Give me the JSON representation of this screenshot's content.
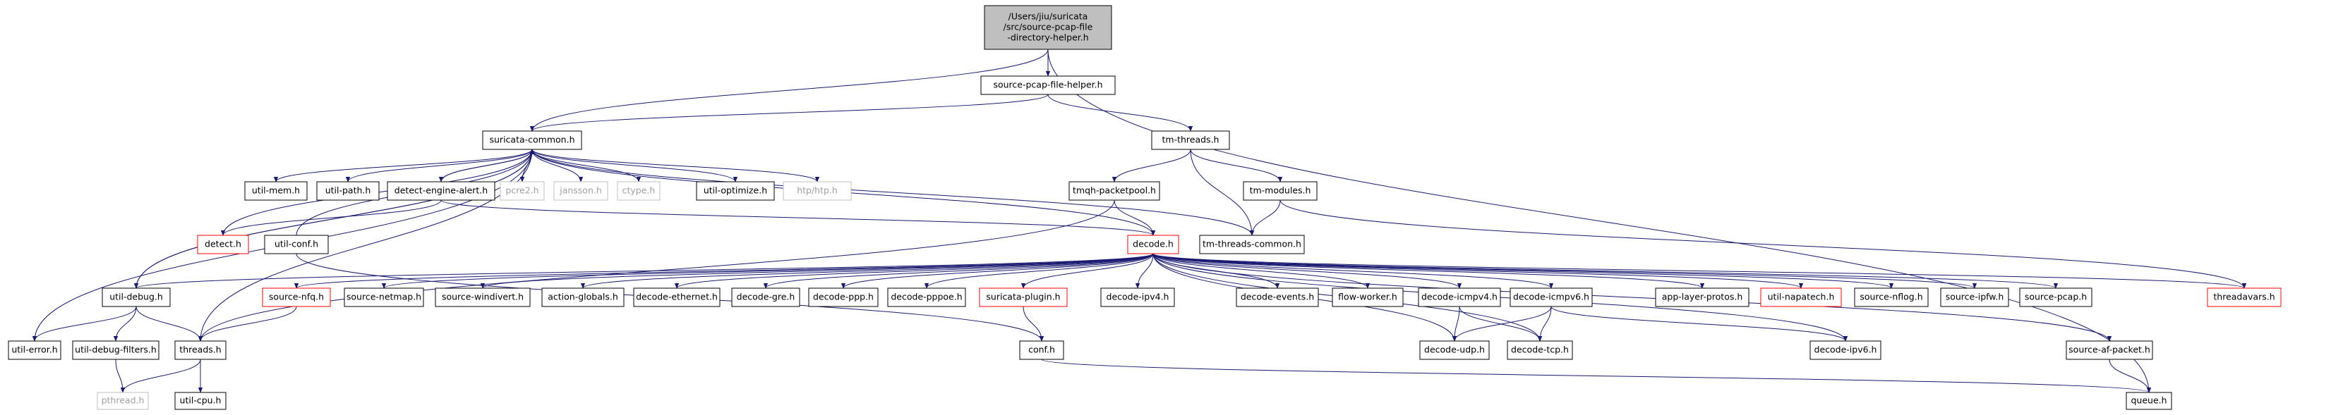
{
  "graph": {
    "root": "/Users/jiu/suricata/src/source-pcap-file-directory-helper.h",
    "nodes": [
      {
        "id": "root",
        "lines": [
          "/Users/jiu/suricata",
          "/src/source-pcap-file",
          "-directory-helper.h"
        ],
        "style": "root"
      },
      {
        "id": "spfh",
        "lines": [
          "source-pcap-file-helper.h"
        ],
        "style": "normal"
      },
      {
        "id": "sc",
        "lines": [
          "suricata-common.h"
        ],
        "style": "normal"
      },
      {
        "id": "tmt",
        "lines": [
          "tm-threads.h"
        ],
        "style": "normal"
      },
      {
        "id": "umem",
        "lines": [
          "util-mem.h"
        ],
        "style": "normal"
      },
      {
        "id": "upath",
        "lines": [
          "util-path.h"
        ],
        "style": "normal"
      },
      {
        "id": "dea",
        "lines": [
          "detect-engine-alert.h"
        ],
        "style": "normal"
      },
      {
        "id": "pcre",
        "lines": [
          "pcre2.h"
        ],
        "style": "system"
      },
      {
        "id": "jansson",
        "lines": [
          "jansson.h"
        ],
        "style": "system"
      },
      {
        "id": "ctype",
        "lines": [
          "ctype.h"
        ],
        "style": "system"
      },
      {
        "id": "uopt",
        "lines": [
          "util-optimize.h"
        ],
        "style": "normal"
      },
      {
        "id": "http",
        "lines": [
          "htp/htp.h"
        ],
        "style": "system"
      },
      {
        "id": "tmqh",
        "lines": [
          "tmqh-packetpool.h"
        ],
        "style": "normal"
      },
      {
        "id": "tmm",
        "lines": [
          "tm-modules.h"
        ],
        "style": "normal"
      },
      {
        "id": "detect",
        "lines": [
          "detect.h"
        ],
        "style": "truncated"
      },
      {
        "id": "uconf",
        "lines": [
          "util-conf.h"
        ],
        "style": "normal"
      },
      {
        "id": "decode",
        "lines": [
          "decode.h"
        ],
        "style": "truncated"
      },
      {
        "id": "ttc",
        "lines": [
          "tm-threads-common.h"
        ],
        "style": "normal"
      },
      {
        "id": "udbg",
        "lines": [
          "util-debug.h"
        ],
        "style": "normal"
      },
      {
        "id": "snfq",
        "lines": [
          "source-nfq.h"
        ],
        "style": "truncated"
      },
      {
        "id": "snetmap",
        "lines": [
          "source-netmap.h"
        ],
        "style": "normal"
      },
      {
        "id": "swin",
        "lines": [
          "source-windivert.h"
        ],
        "style": "normal"
      },
      {
        "id": "ag",
        "lines": [
          "action-globals.h"
        ],
        "style": "normal"
      },
      {
        "id": "deth",
        "lines": [
          "decode-ethernet.h"
        ],
        "style": "normal"
      },
      {
        "id": "dgre",
        "lines": [
          "decode-gre.h"
        ],
        "style": "normal"
      },
      {
        "id": "dppp",
        "lines": [
          "decode-ppp.h"
        ],
        "style": "normal"
      },
      {
        "id": "dpppoe",
        "lines": [
          "decode-pppoe.h"
        ],
        "style": "normal"
      },
      {
        "id": "splug",
        "lines": [
          "suricata-plugin.h"
        ],
        "style": "truncated"
      },
      {
        "id": "dipv4",
        "lines": [
          "decode-ipv4.h"
        ],
        "style": "normal"
      },
      {
        "id": "devents",
        "lines": [
          "decode-events.h"
        ],
        "style": "normal"
      },
      {
        "id": "fw",
        "lines": [
          "flow-worker.h"
        ],
        "style": "normal"
      },
      {
        "id": "dicmp4",
        "lines": [
          "decode-icmpv4.h"
        ],
        "style": "normal"
      },
      {
        "id": "dicmp6",
        "lines": [
          "decode-icmpv6.h"
        ],
        "style": "normal"
      },
      {
        "id": "alp",
        "lines": [
          "app-layer-protos.h"
        ],
        "style": "normal"
      },
      {
        "id": "unapa",
        "lines": [
          "util-napatech.h"
        ],
        "style": "truncated"
      },
      {
        "id": "snflog",
        "lines": [
          "source-nflog.h"
        ],
        "style": "normal"
      },
      {
        "id": "sipfw",
        "lines": [
          "source-ipfw.h"
        ],
        "style": "normal"
      },
      {
        "id": "spcap",
        "lines": [
          "source-pcap.h"
        ],
        "style": "normal"
      },
      {
        "id": "tvars",
        "lines": [
          "threadavars.h"
        ],
        "style": "truncated"
      },
      {
        "id": "uerr",
        "lines": [
          "util-error.h"
        ],
        "style": "normal"
      },
      {
        "id": "udf",
        "lines": [
          "util-debug-filters.h"
        ],
        "style": "normal"
      },
      {
        "id": "threads",
        "lines": [
          "threads.h"
        ],
        "style": "normal"
      },
      {
        "id": "conf",
        "lines": [
          "conf.h"
        ],
        "style": "normal"
      },
      {
        "id": "dudp",
        "lines": [
          "decode-udp.h"
        ],
        "style": "normal"
      },
      {
        "id": "dtcp",
        "lines": [
          "decode-tcp.h"
        ],
        "style": "normal"
      },
      {
        "id": "dipv6",
        "lines": [
          "decode-ipv6.h"
        ],
        "style": "normal"
      },
      {
        "id": "safp",
        "lines": [
          "source-af-packet.h"
        ],
        "style": "normal"
      },
      {
        "id": "pthread",
        "lines": [
          "pthread.h"
        ],
        "style": "system"
      },
      {
        "id": "ucpu",
        "lines": [
          "util-cpu.h"
        ],
        "style": "normal"
      },
      {
        "id": "queue",
        "lines": [
          "queue.h"
        ],
        "style": "normal"
      }
    ],
    "edges": [
      [
        "root",
        "spfh"
      ],
      [
        "root",
        "sc"
      ],
      [
        "root",
        "queue"
      ],
      [
        "spfh",
        "sc"
      ],
      [
        "spfh",
        "tmt"
      ],
      [
        "sc",
        "umem"
      ],
      [
        "sc",
        "upath"
      ],
      [
        "sc",
        "dea"
      ],
      [
        "sc",
        "pcre"
      ],
      [
        "sc",
        "jansson"
      ],
      [
        "sc",
        "ctype"
      ],
      [
        "sc",
        "uopt"
      ],
      [
        "sc",
        "http"
      ],
      [
        "sc",
        "uerr"
      ],
      [
        "sc",
        "udbg"
      ],
      [
        "sc",
        "threads"
      ],
      [
        "sc",
        "ttc"
      ],
      [
        "sc",
        "decode"
      ],
      [
        "dea",
        "sc"
      ],
      [
        "dea",
        "detect"
      ],
      [
        "dea",
        "decode"
      ],
      [
        "detect",
        "sc"
      ],
      [
        "uconf",
        "sc"
      ],
      [
        "udbg",
        "sc"
      ],
      [
        "uconf",
        "conf"
      ],
      [
        "tmt",
        "tmqh"
      ],
      [
        "tmt",
        "tmm"
      ],
      [
        "tmt",
        "ttc"
      ],
      [
        "tmqh",
        "decode"
      ],
      [
        "tmqh",
        "threads"
      ],
      [
        "tmm",
        "ttc"
      ],
      [
        "tmm",
        "tvars"
      ],
      [
        "decode",
        "udbg"
      ],
      [
        "decode",
        "snfq"
      ],
      [
        "decode",
        "snetmap"
      ],
      [
        "decode",
        "swin"
      ],
      [
        "decode",
        "ag"
      ],
      [
        "decode",
        "deth"
      ],
      [
        "decode",
        "dgre"
      ],
      [
        "decode",
        "dppp"
      ],
      [
        "decode",
        "dpppoe"
      ],
      [
        "decode",
        "splug"
      ],
      [
        "decode",
        "dipv4"
      ],
      [
        "decode",
        "devents"
      ],
      [
        "decode",
        "fw"
      ],
      [
        "decode",
        "dicmp4"
      ],
      [
        "decode",
        "dicmp6"
      ],
      [
        "decode",
        "alp"
      ],
      [
        "decode",
        "unapa"
      ],
      [
        "decode",
        "snflog"
      ],
      [
        "decode",
        "sipfw"
      ],
      [
        "decode",
        "spcap"
      ],
      [
        "decode",
        "tvars"
      ],
      [
        "decode",
        "dudp"
      ],
      [
        "decode",
        "dtcp"
      ],
      [
        "decode",
        "dipv6"
      ],
      [
        "decode",
        "safp"
      ],
      [
        "udbg",
        "uerr"
      ],
      [
        "udbg",
        "udf"
      ],
      [
        "udbg",
        "threads"
      ],
      [
        "udf",
        "pthread"
      ],
      [
        "threads",
        "pthread"
      ],
      [
        "threads",
        "ucpu"
      ],
      [
        "snfq",
        "threads"
      ],
      [
        "splug",
        "conf"
      ],
      [
        "conf",
        "queue"
      ],
      [
        "dicmp4",
        "dudp"
      ],
      [
        "dicmp4",
        "dtcp"
      ],
      [
        "dicmp6",
        "dudp"
      ],
      [
        "dicmp6",
        "dtcp"
      ],
      [
        "dicmp6",
        "dipv6"
      ],
      [
        "safp",
        "queue"
      ]
    ]
  },
  "colors": {
    "edge": "#191970",
    "root_fill": "#bfbfbf",
    "normal_border": "#000000",
    "truncated_border": "#ff0000",
    "system_border": "#bfbfbf",
    "system_text": "#a0a0a0",
    "text": "#000000"
  }
}
